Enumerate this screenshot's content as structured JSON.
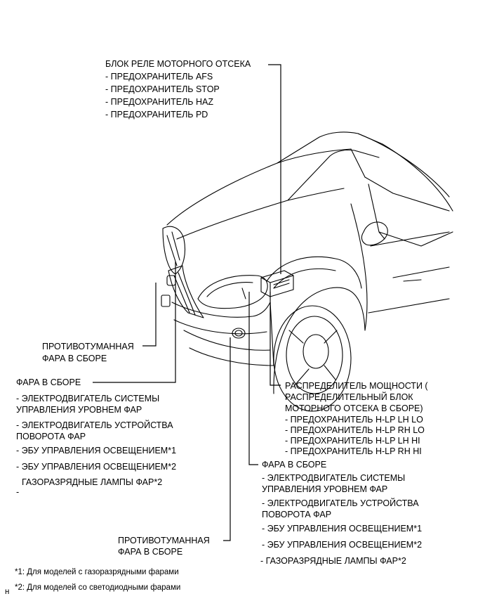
{
  "relay_block": {
    "title": "БЛОК РЕЛЕ МОТОРНОГО ОТСЕКА",
    "items": [
      "- ПРЕДОХРАНИТЕЛЬ AFS",
      "- ПРЕДОХРАНИТЕЛЬ STOP",
      "- ПРЕДОХРАНИТЕЛЬ HAZ",
      "- ПРЕДОХРАНИТЕЛЬ PD"
    ]
  },
  "fog_left": {
    "line1": "ПРОТИВОТУМАННАЯ",
    "line2": "ФАРА В СБОРЕ"
  },
  "headlamp_left": {
    "title": "ФАРА В СБОРЕ",
    "items": [
      "- ЭЛЕКТРОДВИГАТЕЛЬ СИСТЕМЫ",
      "УПРАВЛЕНИЯ УРОВНЕМ ФАР",
      "- ЭЛЕКТРОДВИГАТЕЛЬ УСТРОЙСТВА",
      "ПОВОРОТА ФАР",
      "- ЭБУ УПРАВЛЕНИЯ ОСВЕЩЕНИЕМ*1",
      "- ЭБУ УПРАВЛЕНИЯ ОСВЕЩЕНИЕМ*2",
      "ГАЗОРАЗРЯДНЫЕ ЛАМПЫ ФАР*2",
      "-"
    ]
  },
  "power_dist": {
    "lines": [
      "РАСПРЕДЕЛИТЕЛЬ МОЩНОСТИ (",
      "РАСПРЕДЕЛИТЕЛЬНЫЙ БЛОК",
      "МОТОРНОГО ОТСЕКА В СБОРЕ)"
    ],
    "items": [
      "- ПРЕДОХРАНИТЕЛЬ H-LP LH LO",
      "- ПРЕДОХРАНИТЕЛЬ H-LP RH LO",
      "- ПРЕДОХРАНИТЕЛЬ H-LP LH HI",
      "- ПРЕДОХРАНИТЕЛЬ H-LP RH HI"
    ]
  },
  "headlamp_right": {
    "title": "ФАРА В СБОРЕ",
    "items": [
      "- ЭЛЕКТРОДВИГАТЕЛЬ СИСТЕМЫ",
      "УПРАВЛЕНИЯ УРОВНЕМ ФАР",
      "- ЭЛЕКТРОДВИГАТЕЛЬ УСТРОЙСТВА",
      "ПОВОРОТА ФАР",
      "- ЭБУ УПРАВЛЕНИЯ ОСВЕЩЕНИЕМ*1",
      "- ЭБУ УПРАВЛЕНИЯ ОСВЕЩЕНИЕМ*2",
      "- ГАЗОРАЗРЯДНЫЕ ЛАМПЫ ФАР*2"
    ]
  },
  "fog_bottom": {
    "line1": "ПРОТИВОТУМАННАЯ",
    "line2": "ФАРА В СБОРЕ"
  },
  "footnotes": [
    "*1: Для моделей с газоразрядными фарами",
    "*2: Для моделей со светодиодными фарами"
  ],
  "corner_mark": "н"
}
